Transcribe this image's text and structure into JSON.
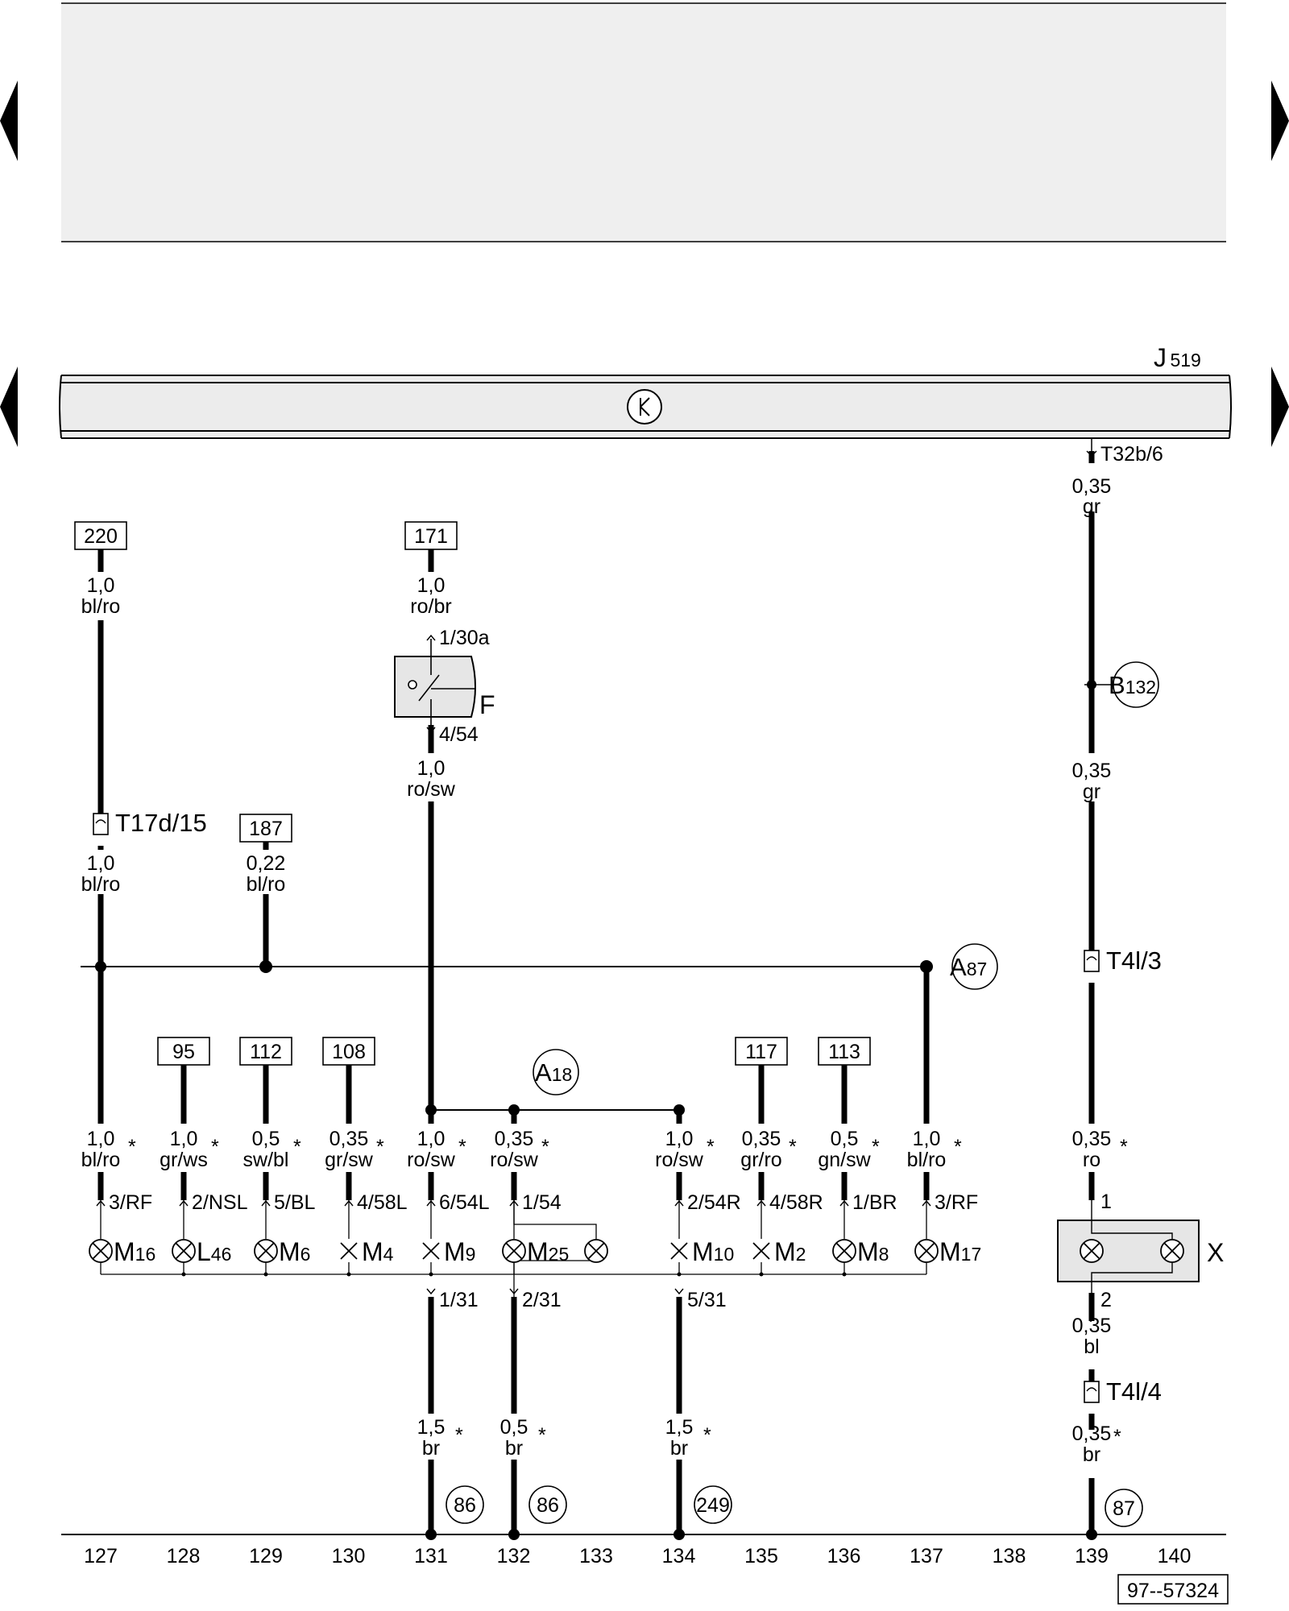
{
  "module": {
    "name": "J",
    "sub": "519"
  },
  "top_pin": "T32b/6",
  "wires": {
    "w220": [
      "1,0",
      "bl/ro"
    ],
    "w171": [
      "1,0",
      "ro/br"
    ],
    "wF": [
      "1,0",
      "ro/sw"
    ],
    "w127b": [
      "1,0",
      "bl/ro"
    ],
    "w187": [
      "0,22",
      "bl/ro"
    ],
    "w139a": [
      "0,35",
      "gr"
    ],
    "w139b": [
      "0,35",
      "gr"
    ],
    "w139c": [
      "0,35",
      "ro"
    ],
    "w139d": [
      "0,35",
      "bl"
    ],
    "w139e": [
      "0,35",
      "br"
    ]
  },
  "refs": {
    "r220": "220",
    "r171": "171",
    "r187": "187",
    "r95": "95",
    "r112": "112",
    "r108": "108",
    "r117": "117",
    "r113": "113"
  },
  "switch": {
    "name": "F",
    "pin_in": "1/30a",
    "pin_out": "4/54"
  },
  "connectors": {
    "t17d": "T17d/15",
    "t4l3": "T4l/3",
    "t4l4": "T4l/4"
  },
  "nodes": {
    "a87": {
      "c": "A",
      "s": "87"
    },
    "a18": {
      "c": "A",
      "s": "18"
    },
    "b132": {
      "c": "B",
      "s": "132"
    }
  },
  "branches": [
    {
      "size": "1,0",
      "color": "bl/ro",
      "pin": "3/RF",
      "lamp": "M",
      "lamp_sub": "16"
    },
    {
      "size": "1,0",
      "color": "gr/ws",
      "pin": "2/NSL",
      "lamp": "L",
      "lamp_sub": "46"
    },
    {
      "size": "0,5",
      "color": "sw/bl",
      "pin": "5/BL",
      "lamp": "M",
      "lamp_sub": "6"
    },
    {
      "size": "0,35",
      "color": "gr/sw",
      "pin": "4/58L",
      "lamp": "M",
      "lamp_sub": "4"
    },
    {
      "size": "1,0",
      "color": "ro/sw",
      "pin": "6/54L",
      "lamp": "M",
      "lamp_sub": "9"
    },
    {
      "size": "0,35",
      "color": "ro/sw",
      "pin": "1/54",
      "lamp": "M",
      "lamp_sub": "25"
    },
    {
      "size": "1,0",
      "color": "ro/sw",
      "pin": "2/54R",
      "lamp": "M",
      "lamp_sub": "10"
    },
    {
      "size": "0,35",
      "color": "gr/ro",
      "pin": "4/58R",
      "lamp": "M",
      "lamp_sub": "2"
    },
    {
      "size": "0,5",
      "color": "gn/sw",
      "pin": "1/BR",
      "lamp": "M",
      "lamp_sub": "8"
    },
    {
      "size": "1,0",
      "color": "bl/ro",
      "pin": "3/RF",
      "lamp": "M",
      "lamp_sub": "17"
    }
  ],
  "star": "*",
  "lamp_x": {
    "name": "X",
    "pin_top": "1",
    "pin_bottom": "2"
  },
  "grounds": [
    {
      "pin": "1/31",
      "size": "1,5",
      "color": "br",
      "ground": "86"
    },
    {
      "pin": "2/31",
      "size": "0,5",
      "color": "br",
      "ground": "86"
    },
    {
      "pin": "5/31",
      "size": "1,5",
      "color": "br",
      "ground": "249"
    },
    {
      "pin": "",
      "size": "",
      "color": "",
      "ground": "87"
    }
  ],
  "columns": [
    "127",
    "128",
    "129",
    "130",
    "131",
    "132",
    "133",
    "134",
    "135",
    "136",
    "137",
    "138",
    "139",
    "140"
  ],
  "diagram_id": "97--57324",
  "colors": {
    "banner_fill": "#efefef",
    "module_fill": "#ececec",
    "line": "#000000"
  }
}
